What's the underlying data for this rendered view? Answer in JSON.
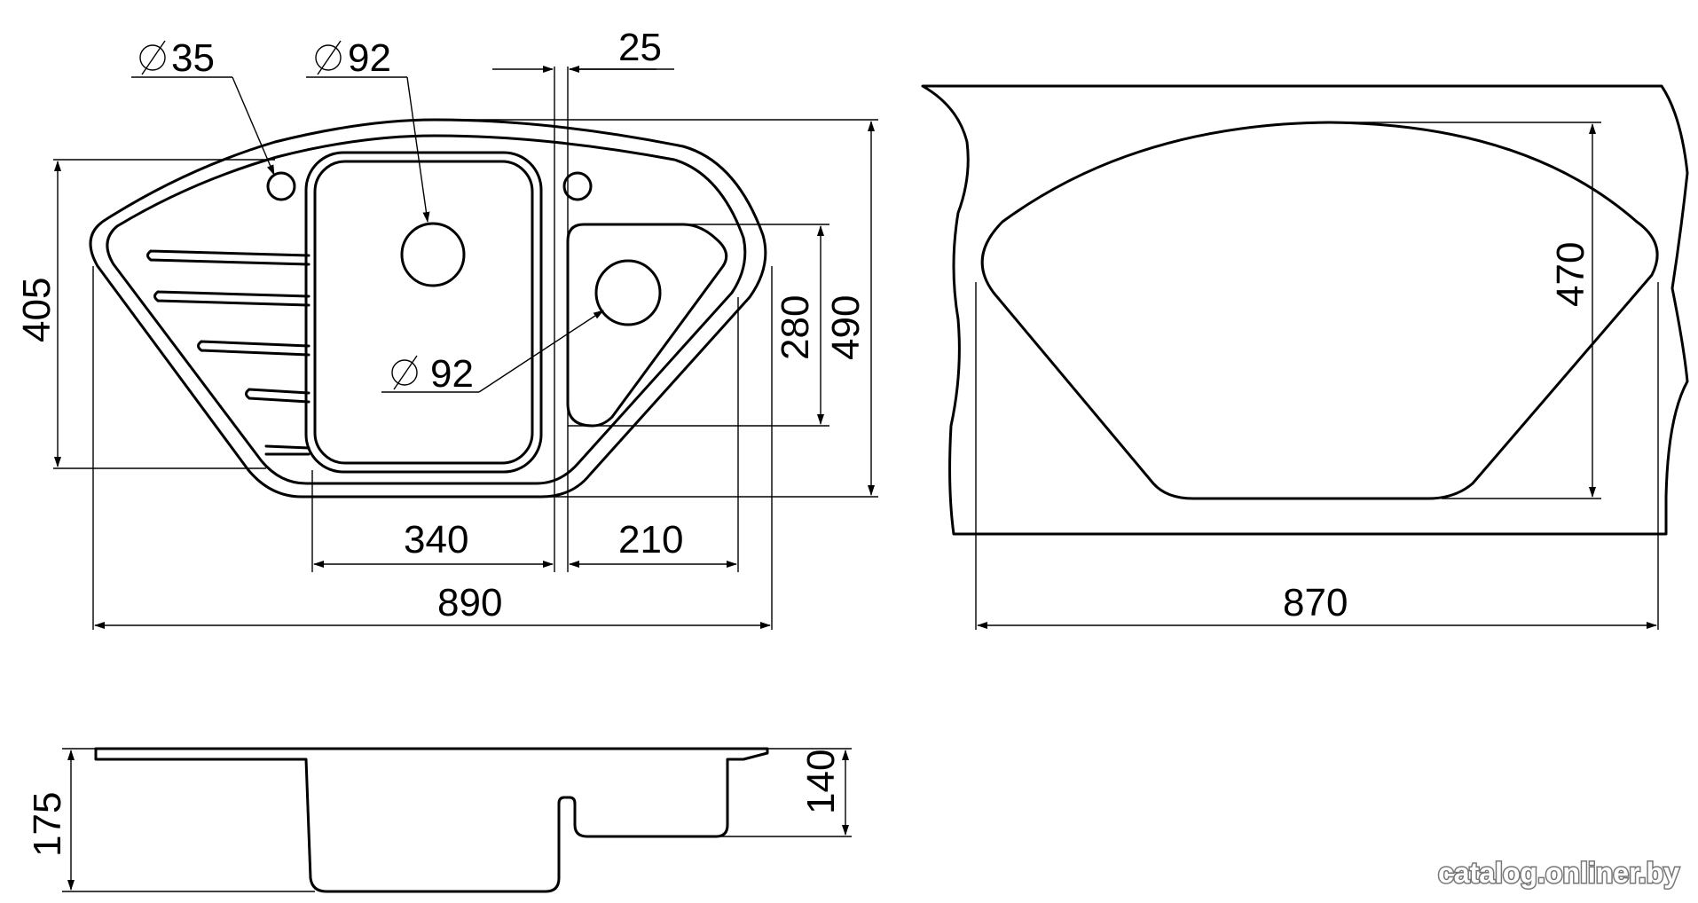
{
  "top_view": {
    "dim_width_total": "890",
    "dim_bowl_main_width": "340",
    "dim_bowl_small_width": "210",
    "dim_depth_left": "405",
    "dim_small_bowl_depth": "280",
    "dim_depth_total": "490",
    "dim_gap": "25",
    "hole_tap": "35",
    "hole_drain_main": "92",
    "hole_drain_small": "92"
  },
  "cutout_view": {
    "dim_width": "870",
    "dim_depth": "470"
  },
  "side_view": {
    "dim_height_total": "175",
    "dim_bowl_depth": "140"
  },
  "watermark": "catalog.onliner.by",
  "colors": {
    "line": "#000000",
    "background": "#ffffff"
  }
}
